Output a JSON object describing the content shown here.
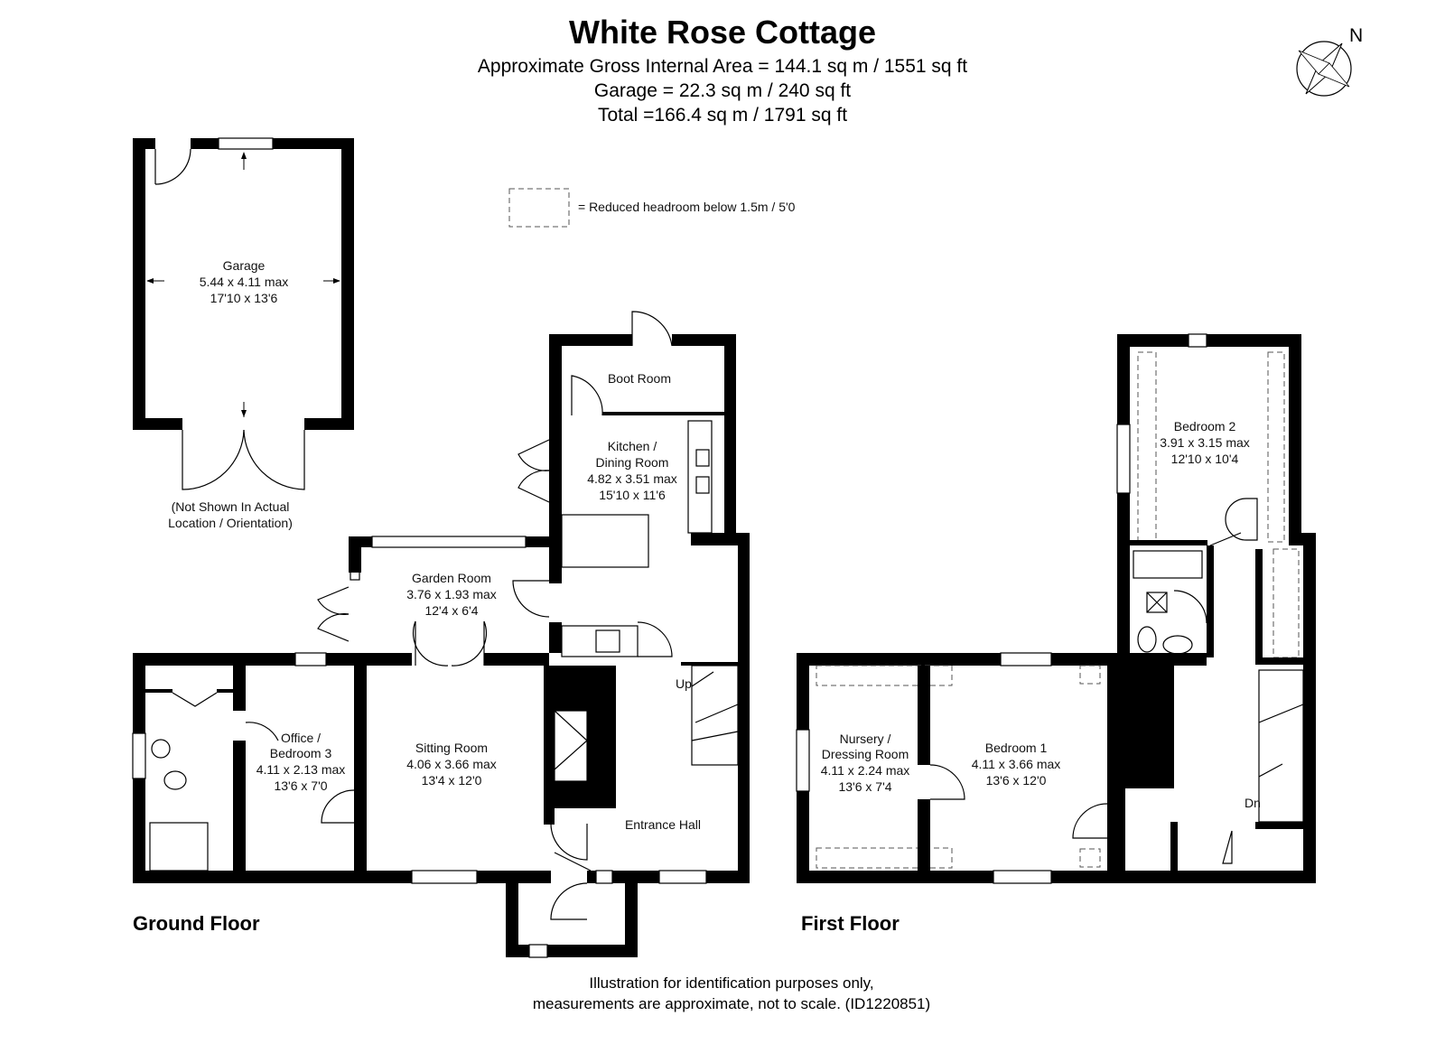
{
  "header": {
    "title": "White Rose Cottage",
    "gross_area": "Approximate Gross Internal Area = 144.1 sq m / 1551 sq ft",
    "garage_area": "Garage = 22.3 sq m / 240 sq ft",
    "total_area": "Total =166.4 sq m / 1791 sq ft"
  },
  "compass": {
    "north_label": "N"
  },
  "legend": {
    "text": "= Reduced headroom below 1.5m / 5'0"
  },
  "rooms": {
    "garage": {
      "name": "Garage",
      "metric": "5.44 x 4.11 max",
      "imperial": "17'10 x 13'6"
    },
    "garage_note": {
      "line1": "(Not Shown In Actual",
      "line2": "Location / Orientation)"
    },
    "boot_room": {
      "name": "Boot Room"
    },
    "kitchen": {
      "name1": "Kitchen /",
      "name2": "Dining Room",
      "metric": "4.82 x 3.51 max",
      "imperial": "15'10 x 11'6"
    },
    "garden_room": {
      "name": "Garden Room",
      "metric": "3.76 x 1.93 max",
      "imperial": "12'4 x 6'4"
    },
    "office": {
      "name1": "Office /",
      "name2": "Bedroom 3",
      "metric": "4.11 x 2.13 max",
      "imperial": "13'6 x 7'0"
    },
    "sitting_room": {
      "name": "Sitting Room",
      "metric": "4.06 x 3.66 max",
      "imperial": "13'4 x 12'0"
    },
    "entrance_hall": {
      "name": "Entrance Hall"
    },
    "stairs_up": {
      "label": "Up"
    },
    "bedroom2": {
      "name": "Bedroom 2",
      "metric": "3.91 x 3.15 max",
      "imperial": "12'10 x 10'4"
    },
    "nursery": {
      "name1": "Nursery /",
      "name2": "Dressing Room",
      "metric": "4.11 x 2.24 max",
      "imperial": "13'6 x 7'4"
    },
    "bedroom1": {
      "name": "Bedroom 1",
      "metric": "4.11 x 3.66 max",
      "imperial": "13'6 x 12'0"
    },
    "stairs_down": {
      "label": "Dn"
    }
  },
  "floors": {
    "ground": "Ground Floor",
    "first": "First Floor"
  },
  "footer": {
    "line1": "Illustration for identification purposes only,",
    "line2": "measurements are approximate, not to scale. (ID1220851)"
  }
}
